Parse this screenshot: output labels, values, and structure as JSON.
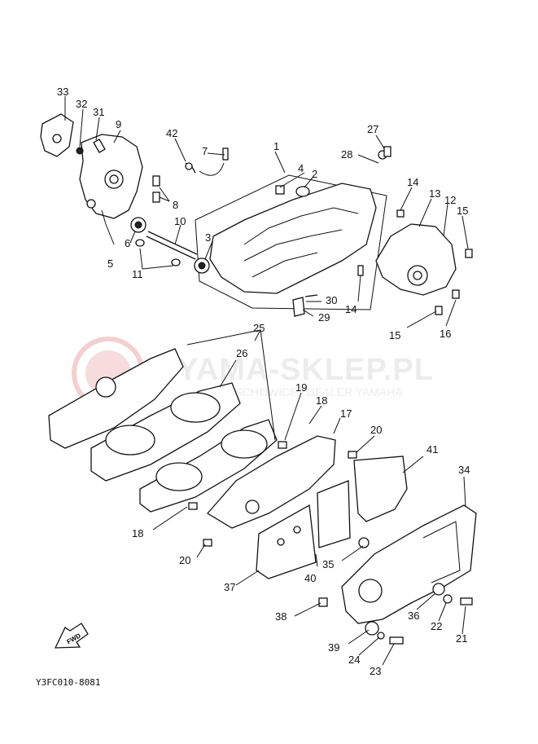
{
  "colors": {
    "ink": "#111111",
    "watermark": "#f1c3c3",
    "watermark_text": "#eeeeee"
  },
  "watermark": {
    "brand": "YAMA-SKLEP.PL",
    "tagline": "TWÓJ SCHOWICE | DEALER YAMAHA"
  },
  "figure_code": "Y3FC010-8081",
  "fwd_label": "FWD",
  "callouts": [
    "1",
    "2",
    "3",
    "4",
    "5",
    "6",
    "7",
    "8",
    "9",
    "10",
    "11",
    "12",
    "13",
    "14",
    "15",
    "16",
    "17",
    "18",
    "19",
    "20",
    "21",
    "22",
    "23",
    "24",
    "25",
    "26",
    "27",
    "28",
    "29",
    "30",
    "31",
    "32",
    "33",
    "34",
    "35",
    "36",
    "37",
    "38",
    "39",
    "40",
    "41",
    "42"
  ]
}
